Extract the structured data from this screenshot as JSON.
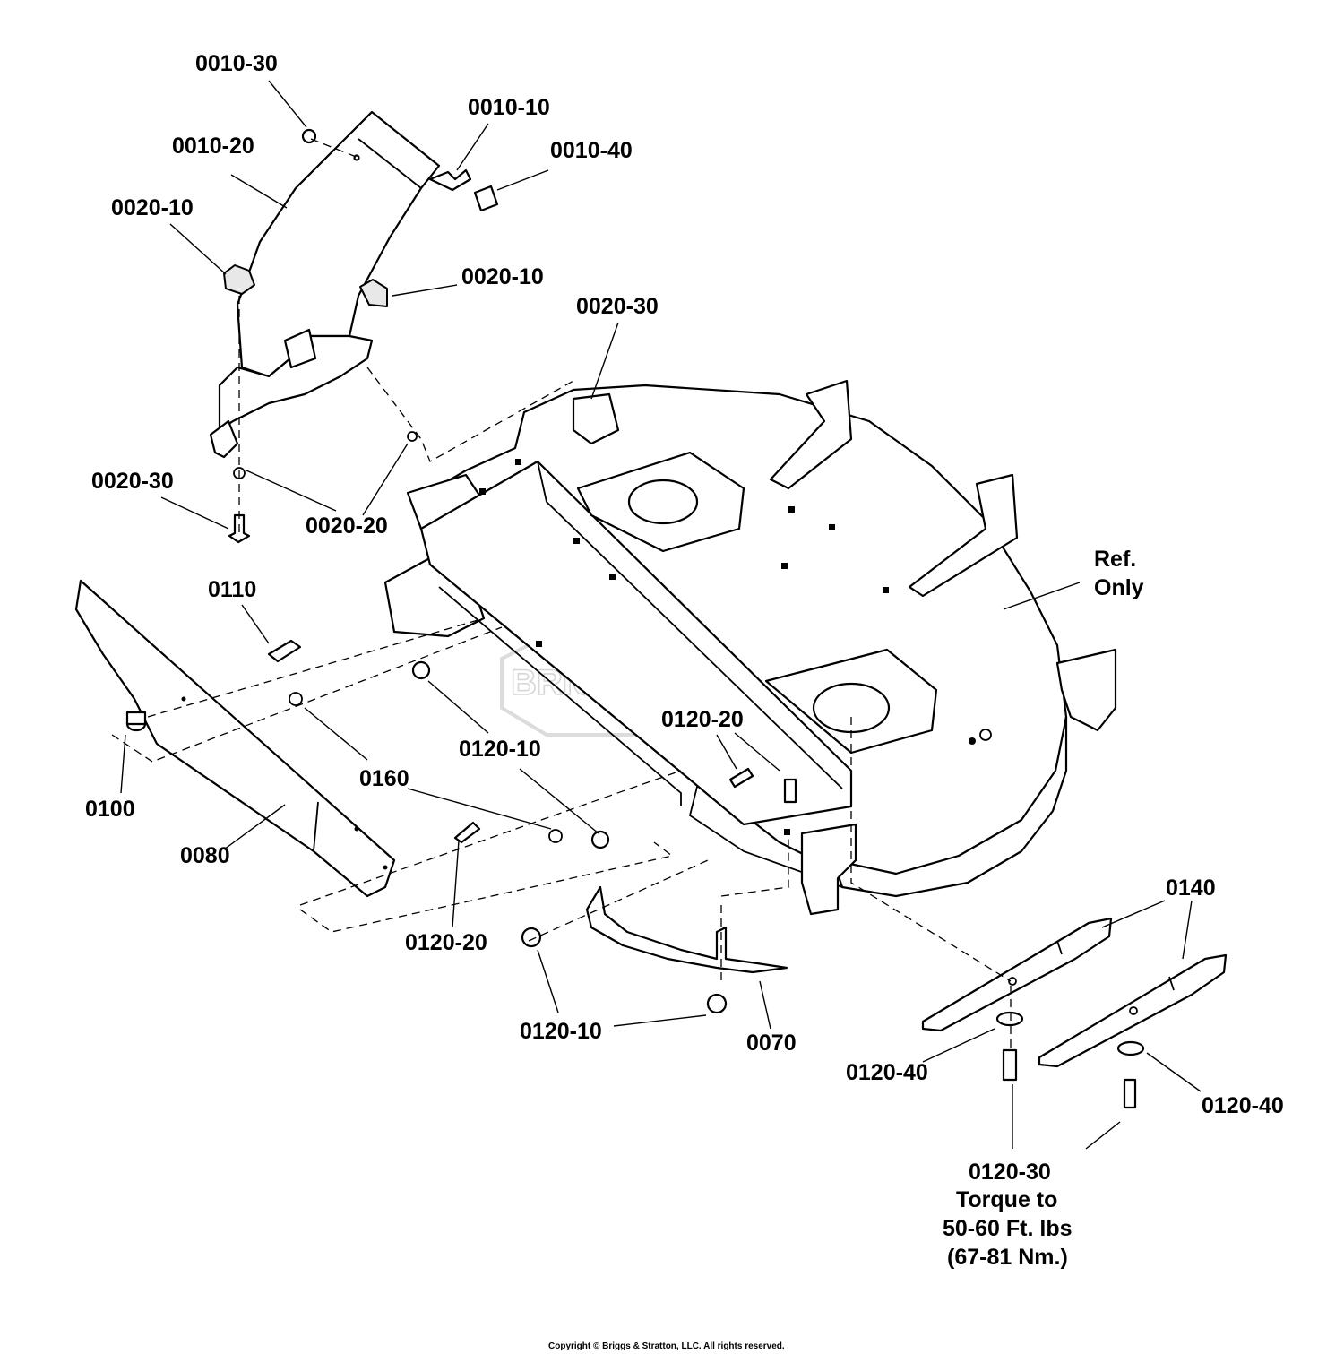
{
  "labels": {
    "l_0010_30": "0010-30",
    "l_0010_10": "0010-10",
    "l_0010_20": "0010-20",
    "l_0010_40": "0010-40",
    "l_0020_10_a": "0020-10",
    "l_0020_10_b": "0020-10",
    "l_0020_30_a": "0020-30",
    "l_0020_30_b": "0020-30",
    "l_0020_20": "0020-20",
    "l_0110": "0110",
    "l_0100": "0100",
    "l_0160": "0160",
    "l_0080": "0080",
    "l_0120_10_a": "0120-10",
    "l_0120_10_b": "0120-10",
    "l_0120_20_a": "0120-20",
    "l_0120_20_b": "0120-20",
    "l_0070": "0070",
    "l_0140": "0140",
    "l_0120_40_a": "0120-40",
    "l_0120_40_b": "0120-40",
    "ref_line1": "Ref.",
    "ref_line2": "Only",
    "torque_part": "0120-30",
    "torque_line1": "Torque to",
    "torque_line2": "50-60 Ft. lbs",
    "torque_line3": "(67-81 Nm.)"
  },
  "watermark": "BRIGGS&STRATTON",
  "copyright": "Copyright © Briggs & Stratton, LLC. All rights reserved."
}
